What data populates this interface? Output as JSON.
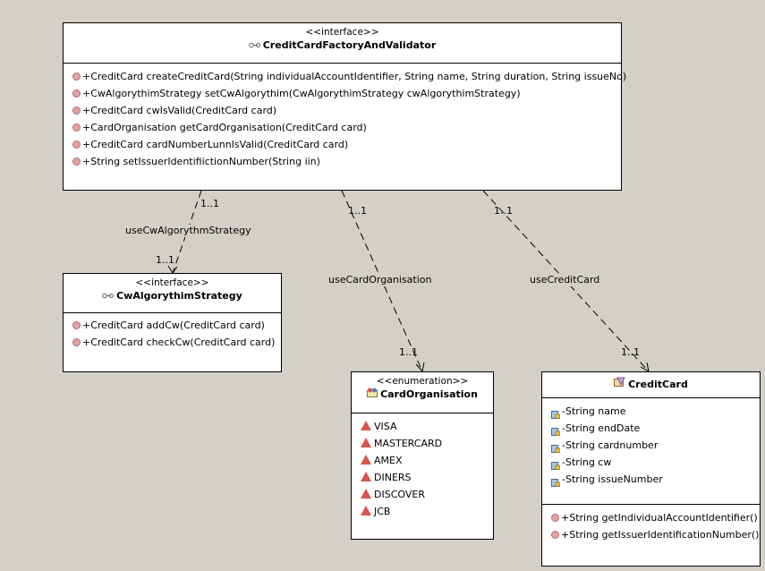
{
  "factory": {
    "stereotype": "<<interface>>",
    "name": "CreditCardFactoryAndValidator",
    "icon": "interface-icon",
    "operations": [
      "CreditCard createCreditCard(String individualAccountIdentifier, String name, String duration, String issueNo)",
      "CwAlgorythimStrategy setCwAlgorythim(CwAlgorythimStrategy cwAlgorythimStrategy)",
      "CreditCard cwIsValid(CreditCard card)",
      "CardOrganisation getCardOrganisation(CreditCard card)",
      "CreditCard cardNumberLunnIsValid(CreditCard card)",
      "String setIssuerIdentifiictionNumber(String iin)"
    ]
  },
  "strategy": {
    "stereotype": "<<interface>>",
    "name": "CwAlgorythimStrategy",
    "icon": "interface-icon",
    "operations": [
      "CreditCard addCw(CreditCard card)",
      "CreditCard checkCw(CreditCard card)"
    ]
  },
  "organisation": {
    "stereotype": "<<enumeration>>",
    "name": "CardOrganisation",
    "icon": "enumeration-icon",
    "literals": [
      "VISA",
      "MASTERCARD",
      "AMEX",
      "DINERS",
      "DISCOVER",
      "JCB"
    ]
  },
  "creditcard": {
    "name": "CreditCard",
    "icon": "class-icon",
    "attributes": [
      "String name",
      "String endDate",
      "String cardnumber",
      "String cw",
      "String issueNumber"
    ],
    "operations": [
      "String getIndividualAccountIdentifier()",
      "String getIssuerIdentificationNumber()"
    ]
  },
  "associations": {
    "strategy": {
      "label": "useCwAlgorythmStrategy",
      "source_mult": "1..1",
      "target_mult": "1..1"
    },
    "organisation": {
      "label": "useCardOrganisation",
      "source_mult": "1..1",
      "target_mult": "1..1"
    },
    "creditcard": {
      "label": "useCreditCard",
      "source_mult": "1..1",
      "target_mult": "1..1"
    }
  },
  "visibility": {
    "public": "+",
    "private": "-"
  },
  "colors": {
    "background": "#d4d0c8",
    "box_fill": "#ffffff",
    "operation_dot": "#e2a3a3",
    "literal_triangle": "#d9534f"
  }
}
